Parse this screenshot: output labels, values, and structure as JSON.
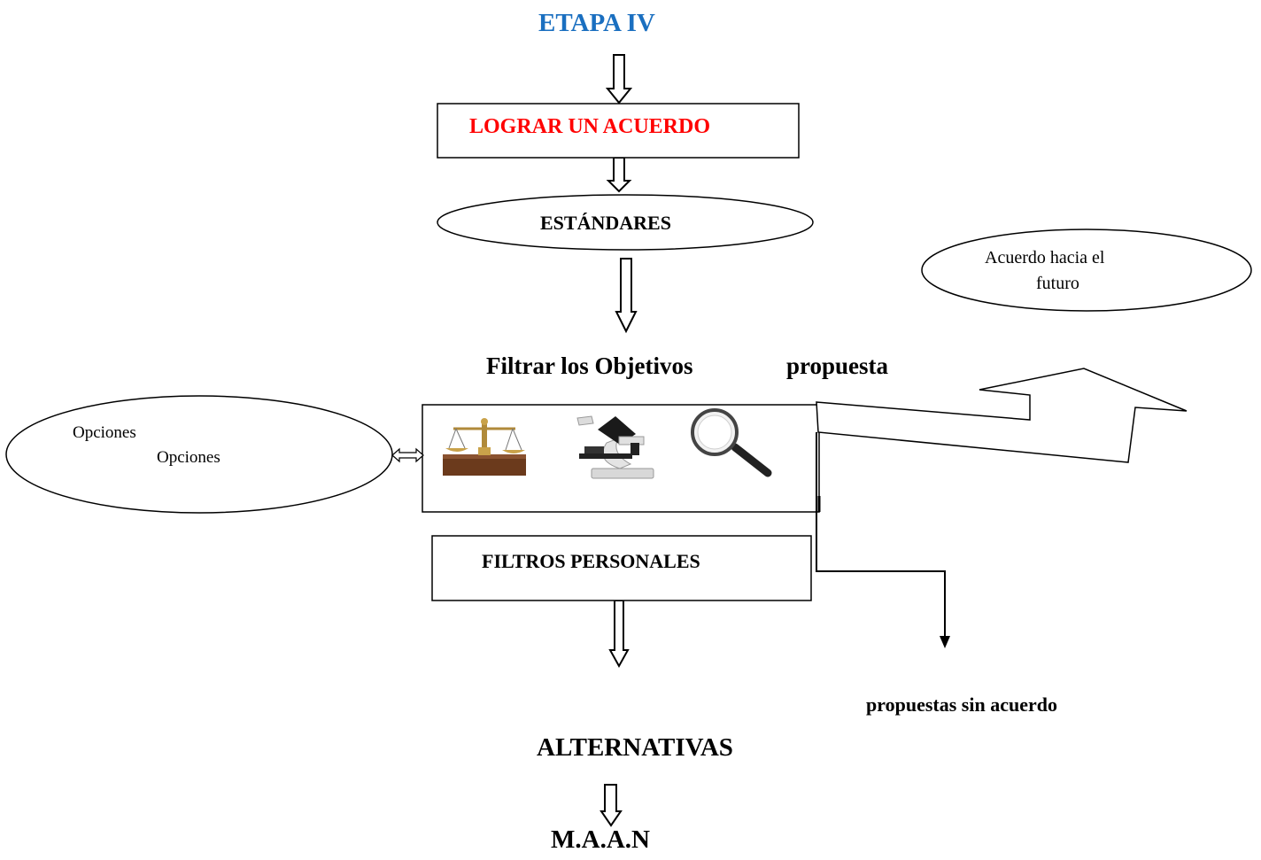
{
  "title": "ETAPA  IV",
  "nodes": {
    "lograr": "LOGRAR UN ACUERDO",
    "estandares": "ESTÁNDARES",
    "acuerdo_futuro_1": "Acuerdo hacia el",
    "acuerdo_futuro_2": "futuro",
    "filtrar": "Filtrar  los Objetivos",
    "propuesta": "propuesta",
    "opciones_1": "Opciones",
    "opciones_2": "Opciones",
    "filtros_personales": "FILTROS PERSONALES",
    "sin_acuerdo": "propuestas  sin  acuerdo",
    "alternativas": "ALTERNATIVAS",
    "maan": "M.A.A.N"
  },
  "icons": [
    "balance-scale-icon",
    "microscope-icon",
    "magnifying-glass-icon"
  ],
  "colors": {
    "title": "#1a6fc0",
    "lograr": "#ff0000",
    "line": "#000000"
  }
}
